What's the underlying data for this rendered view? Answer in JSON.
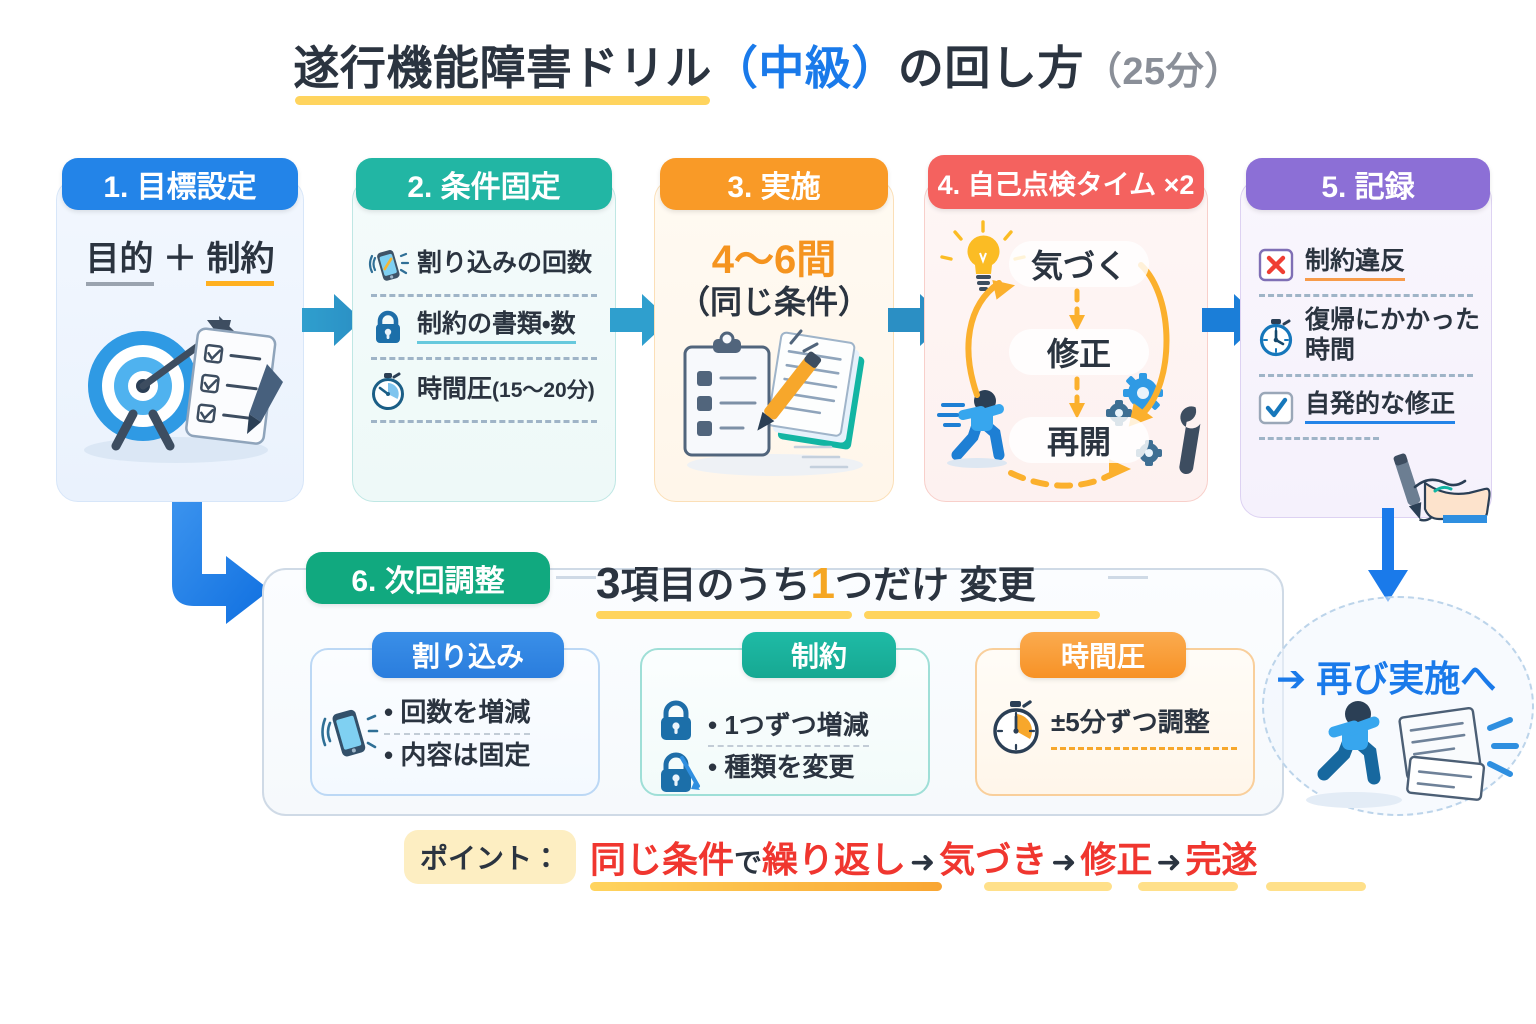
{
  "title": {
    "main": "遂行機能障害ドリル",
    "level": "（中級）",
    "tail": "の回し方",
    "duration": "（25分）"
  },
  "cards": [
    {
      "id": "goal-setting",
      "pill": "1. 目標設定",
      "headline_left": "目的",
      "headline_plus": "＋",
      "headline_right": "制約",
      "art": "target-checklist-icon"
    },
    {
      "id": "fix-conditions",
      "pill": "2. 条件固定",
      "items": [
        {
          "icon": "smartphone-icon",
          "text": "割り込みの回数",
          "note": ""
        },
        {
          "icon": "lock-icon",
          "text": "制約の書類・数",
          "note": ""
        },
        {
          "icon": "stopwatch-icon",
          "text": "時間圧",
          "note": "(15〜20分)"
        }
      ]
    },
    {
      "id": "execute",
      "pill": "3. 実施",
      "big": "4〜6間",
      "sub": "（同じ条件）",
      "art": "clipboard-pencil-icon"
    },
    {
      "id": "self-check",
      "pill": "4. 自己点検タイム ×2",
      "cycle": [
        "気づく",
        "修正",
        "再開"
      ],
      "art_icons": [
        "lightbulb-icon",
        "running-person-icon",
        "gears-icon",
        "wrench-icon"
      ]
    },
    {
      "id": "record",
      "pill": "5. 記録",
      "items": [
        {
          "icon": "x-mark-icon",
          "text": "制約違反",
          "note": ""
        },
        {
          "icon": "stopwatch-icon",
          "text": "復帰にかかった",
          "text2": "時間",
          "note": ""
        },
        {
          "icon": "check-mark-icon",
          "text": "自発的な修正",
          "note": ""
        }
      ]
    }
  ],
  "section6": {
    "pill": "6. 次回調整",
    "headline_pre": "3",
    "headline_mid": "項目のうち",
    "headline_num": "1",
    "headline_post": "つだけ 変更",
    "subcards": [
      {
        "pill": "割り込み",
        "icon": "smartphone-icon",
        "bullets": [
          "• 回数を増減",
          "• 内容は固定"
        ]
      },
      {
        "pill": "制約",
        "icon": "lock-icon",
        "icon2": "lock-change-icon",
        "bullets": [
          "• 1つずつ増減",
          "• 種類を変更"
        ]
      },
      {
        "pill": "時間圧",
        "icon": "stopwatch-icon",
        "bullets": [
          "±5分ずつ調整"
        ]
      }
    ]
  },
  "cta": {
    "arrow": "➔",
    "blue_text": "再び実施へ",
    "plain_tail": "",
    "art": "running-person-document-icon"
  },
  "pointbar": {
    "label": "ポイント：",
    "step1": "同じ条件",
    "step1b": "で",
    "step1c": "繰り返し",
    "arrow": "➜",
    "step2": "気づき",
    "step3": "修正",
    "step4": "完遂"
  },
  "colors": {
    "blue": "#2384e8",
    "teal": "#22b6a4",
    "orange": "#f99a27",
    "red": "#f4625f",
    "purple": "#8c6fd6",
    "green": "#11a97f",
    "yellow": "#ffd45e",
    "point_red": "#f0362f"
  }
}
